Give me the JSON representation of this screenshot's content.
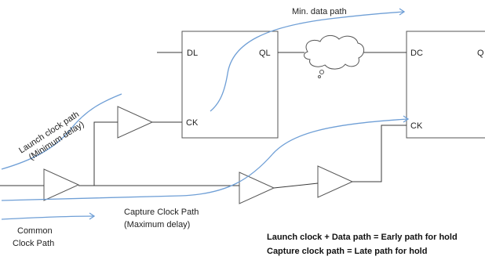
{
  "diagram": {
    "launch_flop": {
      "data_pin": "DL",
      "out_pin": "QL",
      "clock_pin": "CK"
    },
    "capture_flop": {
      "data_pin": "DC",
      "out_pin": "Q",
      "clock_pin": "CK"
    },
    "labels": {
      "min_data_path": "Min. data path",
      "launch_clock_path_line1": "Launch clock path",
      "launch_clock_path_line2": "(Minimum delay)",
      "capture_clock_path_line1": "Capture Clock Path",
      "capture_clock_path_line2": "(Maximum delay)",
      "common_clock_path_line1": "Common",
      "common_clock_path_line2": "Clock Path"
    },
    "notes": {
      "line1": "Launch clock + Data path = Early path for hold",
      "line2": "Capture clock path = Late path for hold"
    }
  }
}
